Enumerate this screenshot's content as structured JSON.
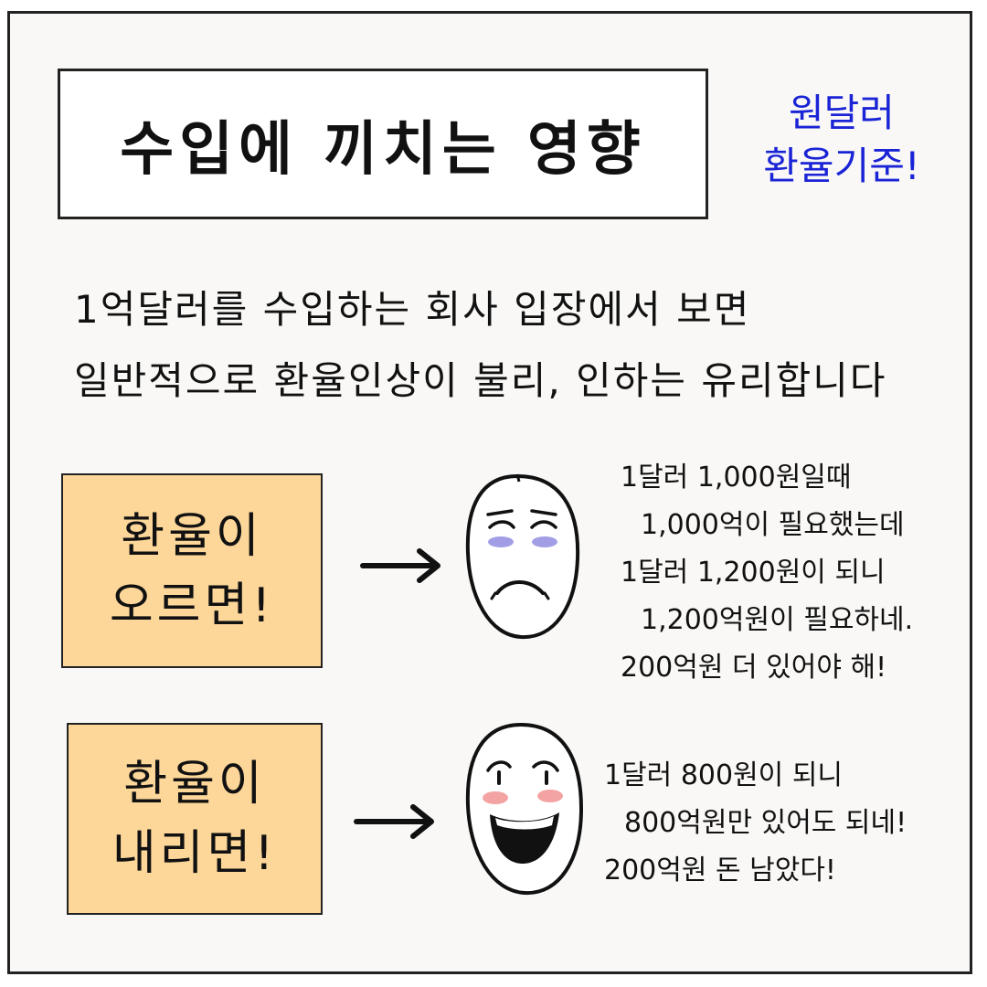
{
  "title": "수입에 끼치는 영향",
  "note": {
    "line1": "원달러",
    "line2": "환율기준!"
  },
  "intro": {
    "line1": "1억달러를 수입하는 회사 입장에서 보면",
    "line2": "일반적으로 환율인상이 불리, 인하는 유리합니다"
  },
  "rise": {
    "label_line1": "환율이",
    "label_line2": "오르면!",
    "lines": [
      "1달러 1,000원일때",
      "1,000억이 필요했는데",
      "1달러 1,200원이 되니",
      "1,200억원이 필요하네.",
      "200억원 더 있어야 해!"
    ]
  },
  "fall": {
    "label_line1": "환율이",
    "label_line2": "내리면!",
    "lines": [
      "1달러 800원이 되니",
      "800억원만 있어도 되네!",
      "200억원 돈 남았다!"
    ]
  },
  "colors": {
    "box_fill": "#fdd699",
    "note_text": "#1a24d6",
    "blush": "#f4a3a3",
    "tear_bag": "#8a86e0"
  },
  "icons": {
    "sad_face": "sad-face-icon",
    "happy_face": "happy-face-icon",
    "arrow": "right-arrow-icon"
  }
}
